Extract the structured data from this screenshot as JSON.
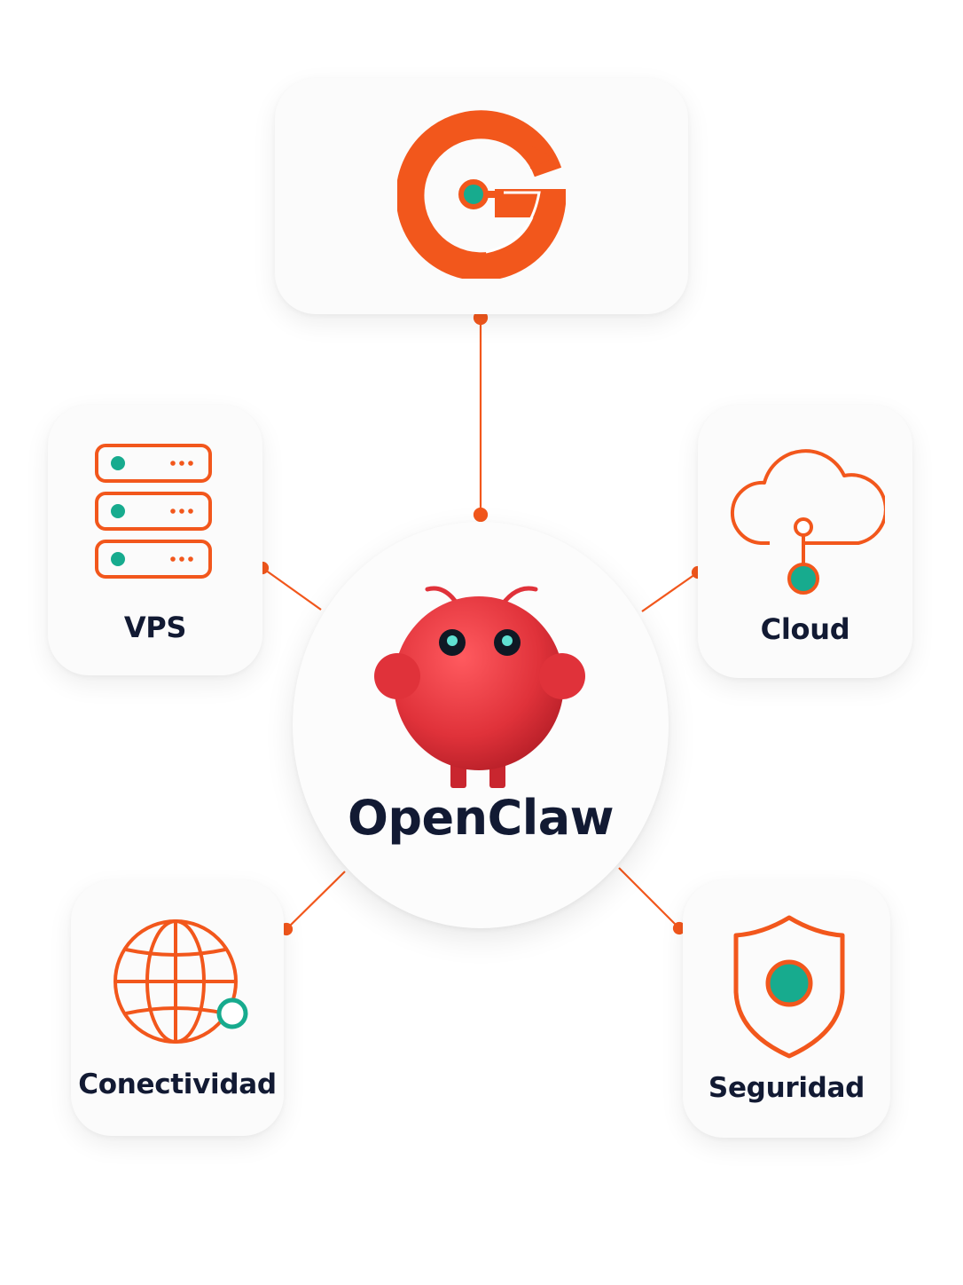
{
  "center": {
    "title": "OpenClaw",
    "mascot_icon": "red-mascot-icon"
  },
  "nodes": {
    "brand": {
      "icon": "brand-logo-icon"
    },
    "vps": {
      "label": "VPS",
      "icon": "server-stack-icon"
    },
    "cloud": {
      "label": "Cloud",
      "icon": "cloud-icon"
    },
    "connectivity": {
      "label": "Conectividad",
      "icon": "globe-icon"
    },
    "security": {
      "label": "Seguridad",
      "icon": "shield-icon"
    }
  },
  "colors": {
    "accent": "#f2571c",
    "teal": "#17ab8e",
    "text": "#121a33",
    "mascot": "#e0323a"
  }
}
